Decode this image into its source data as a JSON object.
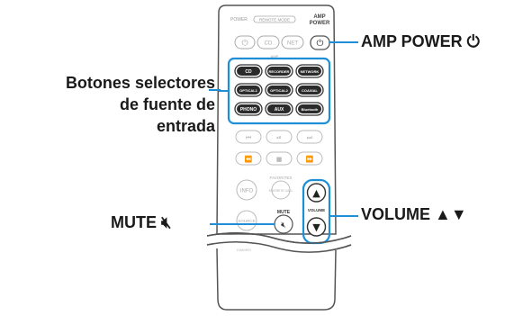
{
  "remote": {
    "top_labels": {
      "power": "POWER",
      "remote_mode": "REMOTE MODE",
      "amp_power": [
        "AMP",
        "POWER"
      ]
    },
    "mode_buttons": [
      "CD",
      "NET"
    ],
    "amp_small_label": "AMP",
    "source_buttons": [
      [
        "CD",
        "RECORDER",
        "NETWORK"
      ],
      [
        "OPTICAL1",
        "OPTICAL2",
        "COAXIAL"
      ],
      [
        "PHONO",
        "AUX",
        "Bluetooth"
      ]
    ],
    "bottom_labels": {
      "favorites": "FAVORITES",
      "info": "INFO",
      "fav_call": "FAVORITE CALL",
      "mute": "MUTE",
      "volume": "VOLUME",
      "source": "SOURCE",
      "dimmer": "DIMMER"
    }
  },
  "callouts": {
    "amp_power": "AMP POWER ⏻",
    "source_selectors": [
      "Botones selectores",
      "de fuente de",
      "entrada"
    ],
    "volume": "VOLUME ▲▼",
    "mute": "MUTE 🔇︎"
  },
  "colors": {
    "accent_blue": "#1e8fd6",
    "outline": "#555555",
    "button_gray": "#8a8a8a",
    "source_button_fill": "#2b2b2b"
  }
}
